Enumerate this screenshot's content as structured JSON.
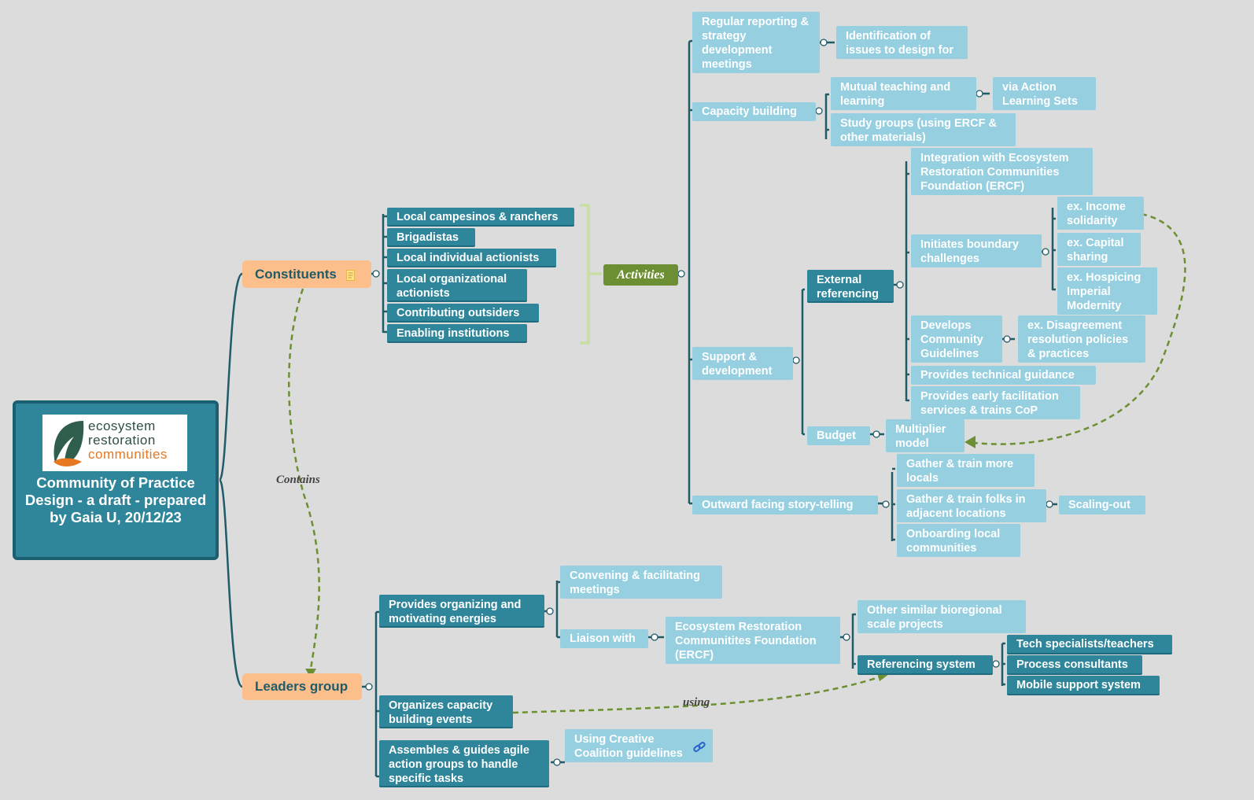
{
  "root": {
    "logo_lines": [
      "ecosystem",
      "restoration",
      "communities"
    ],
    "title": "Community of Practice  Design - a draft - prepared by Gaia U, 20/12/23"
  },
  "colors": {
    "dark_node": "#2f8599",
    "light_node": "#96cfe0",
    "orange_node": "#fcbf8c",
    "activities": "#6d8f33",
    "connector": "#1f5b68",
    "relation": "#6d8f33",
    "background": "#dcdcdc"
  },
  "constituents": {
    "label": "Constituents",
    "members": [
      "Local campesinos & ranchers",
      "Brigadistas",
      "Local individual actionists",
      "Local organizational actionists",
      "Contributing outsiders",
      "Enabling institutions"
    ]
  },
  "activities": {
    "label": "Activities",
    "regular_reporting": "Regular reporting & strategy development meetings",
    "identification": "Identification of issues to design for",
    "capacity_building": "Capacity building",
    "mutual_teaching": "Mutual teaching and learning",
    "action_learning": "via Action Learning Sets",
    "study_groups": "Study groups (using ERCF & other materials)",
    "support_dev": "Support & development",
    "external_ref": "External referencing",
    "integration": "Integration with Ecosystem Restoration Communities Foundation (ERCF)",
    "boundary": "Initiates boundary challenges",
    "income": "ex. Income solidarity",
    "capital": "ex. Capital sharing",
    "hospicing": "ex. Hospicing Imperial Modernity",
    "guidelines": "Develops Community Guidelines",
    "disagreement": "ex. Disagreement resolution policies & practices",
    "technical": "Provides technical guidance",
    "facilitation": "Provides early facilitation services & trains CoP",
    "budget": "Budget",
    "multiplier": "Multiplier model",
    "storytelling": "Outward facing story-telling",
    "gather_locals": "Gather & train more locals",
    "gather_adjacent": "Gather & train folks in adjacent locations",
    "scaling": "Scaling-out",
    "onboarding": "Onboarding local communities"
  },
  "leaders": {
    "label": "Leaders group",
    "organizing": "Provides organizing and motivating energies",
    "convening": "Convening & facilitating meetings",
    "liaison": "Liaison with",
    "ercf": "Ecosystem Restoration Communitites Foundation (ERCF)",
    "bioregional": "Other similar bioregional scale projects",
    "referencing": "Referencing system",
    "tech": "Tech specialists/teachers",
    "process": "Process consultants",
    "mobile": "Mobile support system",
    "capacity_events": "Organizes capacity building events",
    "assembles": "Assembles & guides agile action groups to handle specific tasks",
    "creative": "Using Creative Coalition guidelines"
  },
  "relations": {
    "contains": "Contains",
    "using": "using"
  }
}
